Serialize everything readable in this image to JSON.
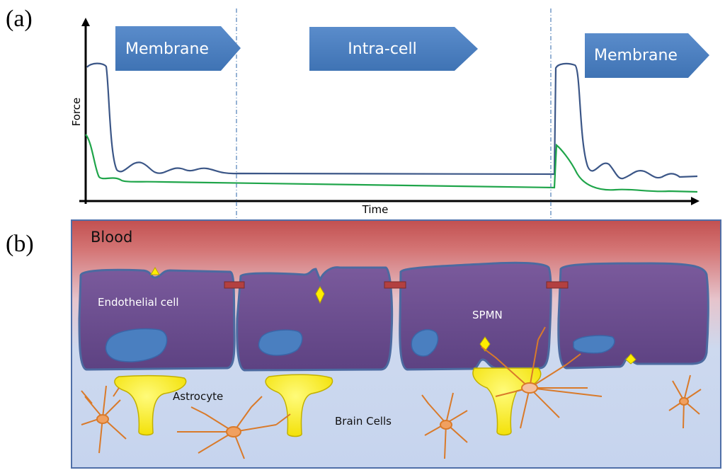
{
  "panel_a": {
    "label": "(a)",
    "phases": [
      "Membrane",
      "Intra-cell",
      "Membrane"
    ],
    "y_axis_label": "Force",
    "x_axis_label": "Time",
    "colors": {
      "blue_curve": "#3b5687",
      "green_curve": "#1fa54a",
      "arrow_fill": "#4f81bd"
    }
  },
  "panel_b": {
    "label": "(b)",
    "blood": "Blood",
    "endothelial": "Endothelial cell",
    "spmn": "SPMN",
    "astrocyte": "Astrocyte",
    "brain_cells": "Brain Cells",
    "colors": {
      "blood_top": "#c0504d",
      "cell_fill": "#6a4a8c",
      "nucleus": "#4a7fc0",
      "astrocyte": "#ffee00",
      "neuron": "#e8893a"
    }
  }
}
